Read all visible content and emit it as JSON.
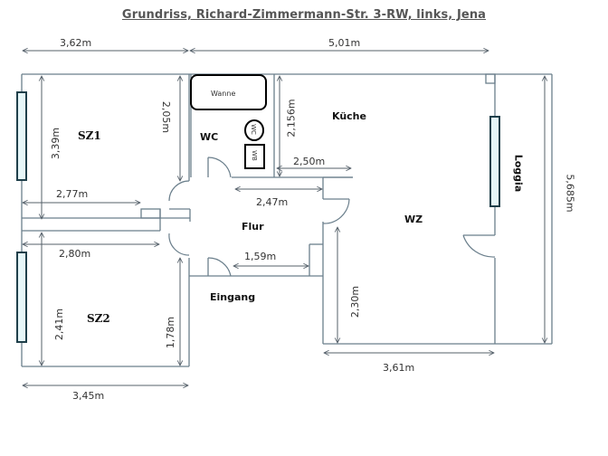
{
  "title": "Grundriss, Richard-Zimmermann-Str. 3-RW, links, Jena",
  "colors": {
    "wall": "#6b7f8c",
    "dimension": "#55606a",
    "window_stroke": "#1f3f4a",
    "window_fill": "#e6f6f8",
    "fixture": "#000000",
    "text": "#333333"
  },
  "rooms": {
    "sz1": "SZ1",
    "sz2": "SZ2",
    "wc": "WC",
    "kueche": "Küche",
    "flur": "Flur",
    "eingang": "Eingang",
    "wz": "WZ",
    "loggia": "Loggia"
  },
  "fixtures": {
    "wanne": "Wanne",
    "wc_bowl": "WC",
    "wb": "WB"
  },
  "dimensions": {
    "top_left_width": "3,62m",
    "top_right_width": "5,01m",
    "sz1_height": "3,39m",
    "bath_height": "2,05m",
    "kitchen_height": "2,156m",
    "kitchen_width": "2,50m",
    "sz1_width": "2,77m",
    "flur_width_top": "2,47m",
    "sz2_width": "2,80m",
    "flur_width_bottom": "1,59m",
    "sz2_height": "2,41m",
    "sz2_right_height": "1,78m",
    "wz_height": "2,30m",
    "wz_width": "3,61m",
    "bottom_left_width": "3,45m",
    "total_height": "5,685m"
  }
}
